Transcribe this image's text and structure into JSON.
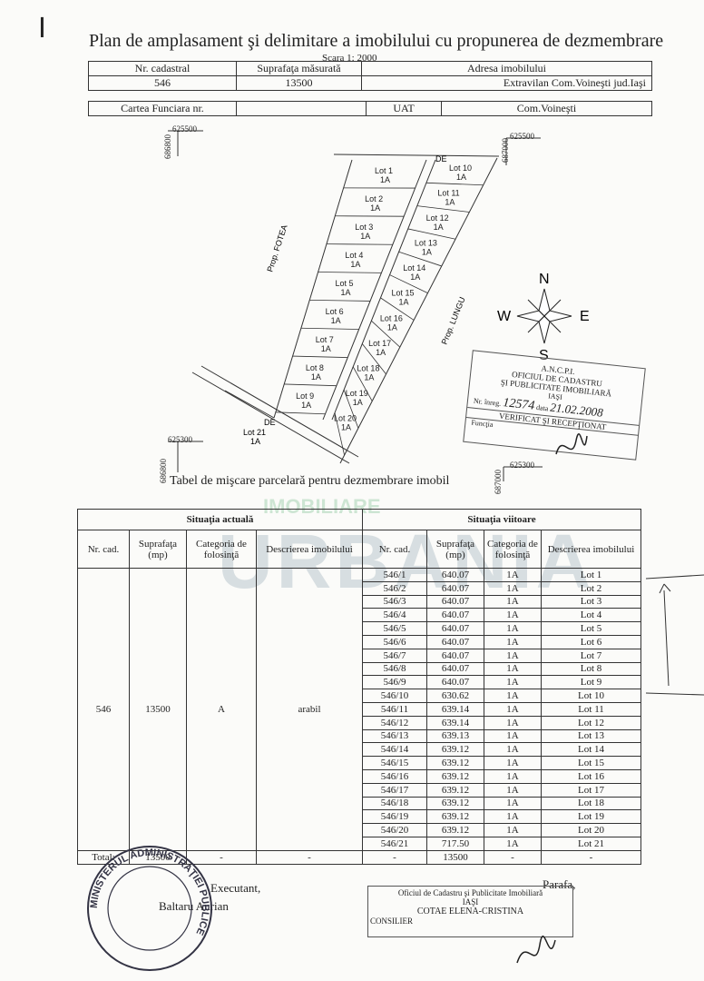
{
  "corner_mark": "I",
  "header": {
    "title": "Plan de amplasament şi delimitare a imobilului cu propunerea de dezmembrare",
    "scale": "Scara 1: 2000",
    "nr_cadastral_label": "Nr. cadastral",
    "nr_cadastral": "546",
    "suprafata_label": "Suprafaţa măsurată",
    "suprafata": "13500",
    "adresa_label": "Adresa imobilului",
    "adresa": "Extravilan Com.Voineşti jud.Iaşi",
    "carte_label": "Cartea Funciara nr.",
    "uat_label": "UAT",
    "uat": "Com.Voineşti"
  },
  "coords": {
    "tl_x": "625500",
    "tl_y": "686800",
    "tr_x": "625500",
    "tr_y": "687000",
    "bl_x": "625300",
    "bl_y": "686800",
    "br_x": "625300",
    "br_y": "687000"
  },
  "plan": {
    "lots_left": [
      "Lot 1",
      "Lot 2",
      "Lot 3",
      "Lot 4",
      "Lot 5",
      "Lot 6",
      "Lot 7",
      "Lot 8",
      "Lot 9"
    ],
    "lots_right": [
      "Lot 10",
      "Lot 11",
      "Lot 12",
      "Lot 13",
      "Lot 14",
      "Lot 15",
      "Lot 16",
      "Lot 17",
      "Lot 18",
      "Lot 19",
      "Lot 20"
    ],
    "lot_21": "Lot 21",
    "cat": "1A",
    "prop_fotea": "Prop. FOTEA",
    "prop_lungu": "Prop. LUNGU",
    "de": "DE",
    "compass": {
      "n": "N",
      "s": "S",
      "e": "E",
      "w": "W"
    }
  },
  "stamp_ancpi": {
    "l1": "A.N.C.P.I.",
    "l2": "OFICIUL DE CADASTRU",
    "l3": "ŞI PUBLICITATE IMOBILIARĂ",
    "l4": "IAŞI",
    "nr_label": "Nr. înreg.",
    "nr": "12574",
    "data_label": "data",
    "data": "21.02.2008",
    "verif": "VERIFICAT ŞI RECEPŢIONAT",
    "functia": "Funcţia"
  },
  "table": {
    "subtitle": "Tabel de mişcare parcelară pentru dezmembrare imobil",
    "actual_header": "Situaţia actuală",
    "future_header": "Situaţia viitoare",
    "cols_actual": [
      "Nr. cad.",
      "Suprafaţa (mp)",
      "Categoria de folosinţă",
      "Descrierea imobilului"
    ],
    "cols_future": [
      "Nr. cad.",
      "Suprafaţa (mp)",
      "Categoria de folosinţă",
      "Descrierea imobilului"
    ],
    "actual": {
      "nr": "546",
      "supr": "13500",
      "cat": "A",
      "desc": "arabil"
    },
    "rows": [
      {
        "nr": "546/1",
        "supr": "640.07",
        "cat": "1A",
        "desc": "Lot 1"
      },
      {
        "nr": "546/2",
        "supr": "640.07",
        "cat": "1A",
        "desc": "Lot 2"
      },
      {
        "nr": "546/3",
        "supr": "640.07",
        "cat": "1A",
        "desc": "Lot 3"
      },
      {
        "nr": "546/4",
        "supr": "640.07",
        "cat": "1A",
        "desc": "Lot 4"
      },
      {
        "nr": "546/5",
        "supr": "640.07",
        "cat": "1A",
        "desc": "Lot 5"
      },
      {
        "nr": "546/6",
        "supr": "640.07",
        "cat": "1A",
        "desc": "Lot 6"
      },
      {
        "nr": "546/7",
        "supr": "640.07",
        "cat": "1A",
        "desc": "Lot 7"
      },
      {
        "nr": "546/8",
        "supr": "640.07",
        "cat": "1A",
        "desc": "Lot 8"
      },
      {
        "nr": "546/9",
        "supr": "640.07",
        "cat": "1A",
        "desc": "Lot 9"
      },
      {
        "nr": "546/10",
        "supr": "630.62",
        "cat": "1A",
        "desc": "Lot 10"
      },
      {
        "nr": "546/11",
        "supr": "639.14",
        "cat": "1A",
        "desc": "Lot 11"
      },
      {
        "nr": "546/12",
        "supr": "639.14",
        "cat": "1A",
        "desc": "Lot 12"
      },
      {
        "nr": "546/13",
        "supr": "639.13",
        "cat": "1A",
        "desc": "Lot 13"
      },
      {
        "nr": "546/14",
        "supr": "639.12",
        "cat": "1A",
        "desc": "Lot 14"
      },
      {
        "nr": "546/15",
        "supr": "639.12",
        "cat": "1A",
        "desc": "Lot 15"
      },
      {
        "nr": "546/16",
        "supr": "639.12",
        "cat": "1A",
        "desc": "Lot 16"
      },
      {
        "nr": "546/17",
        "supr": "639.12",
        "cat": "1A",
        "desc": "Lot 17"
      },
      {
        "nr": "546/18",
        "supr": "639.12",
        "cat": "1A",
        "desc": "Lot 18"
      },
      {
        "nr": "546/19",
        "supr": "639.12",
        "cat": "1A",
        "desc": "Lot 19"
      },
      {
        "nr": "546/20",
        "supr": "639.12",
        "cat": "1A",
        "desc": "Lot 20"
      },
      {
        "nr": "546/21",
        "supr": "717.50",
        "cat": "1A",
        "desc": "Lot 21"
      }
    ],
    "total": {
      "label": "Total:",
      "supr_actual": "13500",
      "dash": "-",
      "supr_future": "13500"
    }
  },
  "footer": {
    "executant_label": "Executant,",
    "executant_name": "Baltaru Aurian",
    "parafa": "Parafa,",
    "oficiul": "Oficiul de Cadastru şi Publicitate Imobiliară",
    "oficiul_city": "IAŞI",
    "consilier_name": "COTAE ELENA-CRISTINA",
    "consilier_label": "CONSILIER",
    "seal_text": "MINISTERUL ADMINISTRAŢIEI PUBLICE"
  },
  "watermark": {
    "brand": "URBANIA",
    "sub": "IMOBILIARE"
  }
}
